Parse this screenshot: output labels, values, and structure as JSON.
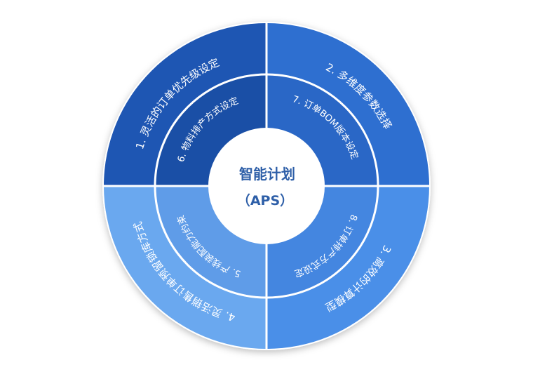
{
  "center": {
    "title": "智能计划",
    "subtitle": "（APS）"
  },
  "outer_segments": [
    {
      "label": "1. 灵活的订单优先级设定"
    },
    {
      "label": "2. 多维度参数选择"
    },
    {
      "label": "3. 高效的计算模型"
    },
    {
      "label": "4. 灵活销售订单预留锁库方式"
    }
  ],
  "inner_segments": [
    {
      "label": "6. 物料排产方式设定"
    },
    {
      "label": "7. 订单BOM版本设定"
    },
    {
      "label": "8. 订单排产方式设定"
    },
    {
      "label": "5. 产线装配能力约束"
    }
  ],
  "colors": {
    "outer_tl": "#1e56b3",
    "outer_tr": "#2e6fd0",
    "outer_br": "#4a8fe8",
    "outer_bl": "#6aa8ef",
    "inner_tl": "#1a4fa6",
    "inner_tr": "#2a67c6",
    "inner_br": "#4486e0",
    "inner_bl": "#5f9ce8",
    "center_fill": "#ffffff",
    "center_text": "#2e5fa8",
    "divider": "#ffffff"
  }
}
